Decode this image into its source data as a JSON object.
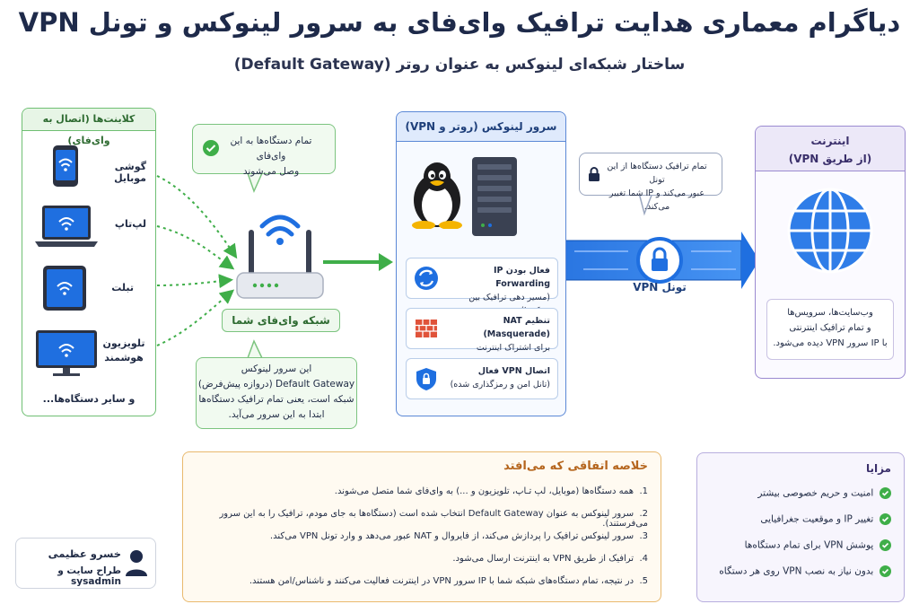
{
  "title": "دیاگرام معماری هدایت ترافیک وای‌فای به سرور لینوکس و تونل VPN",
  "subtitle": "ساختار شبکه‌ای لینوکس به عنوان روتر (Default Gateway)",
  "clients": {
    "header": "کلاینت‌ها (اتصال به وای‌فای)",
    "items": [
      {
        "label": "گوشی موبایل",
        "icon": "smartphone-icon"
      },
      {
        "label": "لپ‌تاپ",
        "icon": "laptop-icon"
      },
      {
        "label": "تبلت",
        "icon": "tablet-icon"
      },
      {
        "label_line1": "تلویزیون",
        "label_line2": "هوشمند",
        "icon": "smart-tv-icon"
      }
    ],
    "more": "و سایر دستگاه‌ها..."
  },
  "wifi": {
    "top_bubble_line1": "تمام دستگاه‌ها به این وای‌فای",
    "top_bubble_line2": "وصل می‌شوند",
    "label": "شبکه وای‌فای شما",
    "bottom_bubble": [
      "این سرور لینوکس",
      "Default Gateway (دروازه پیش‌فرض)",
      "شبکه است، یعنی تمام ترافیک دستگاه‌ها",
      "ابتدا به این سرور می‌آید."
    ]
  },
  "server": {
    "header": "سرور لینوکس (روتر و VPN)",
    "features": [
      {
        "line1": "فعال بودن IP Forwarding",
        "line2": "(مسیر دهی ترافیک بین شبکه‌ها)",
        "icon": "routing-arrows-icon"
      },
      {
        "line1": "تنظیم NAT (Masquerade)",
        "line2": "برای اشتراک اینترنت",
        "icon": "firewall-icon"
      },
      {
        "line1": "اتصال VPN فعال",
        "line2": "(تانل امن و رمزگذاری شده)",
        "icon": "shield-icon"
      }
    ]
  },
  "tunnel": {
    "bubble_line1": "تمام ترافیک دستگاه‌ها از این تونل",
    "bubble_line2": "عبور می‌کند و IP شما تغییر می‌کند.",
    "label": "تونل VPN"
  },
  "internet": {
    "header_line1": "اینترنت",
    "header_line2": "(از طریق VPN)",
    "box": [
      "وب‌سایت‌ها، سرویس‌ها",
      "و تمام ترافیک اینترنتی",
      "با IP سرور VPN دیده می‌شود."
    ]
  },
  "summary": {
    "title": "خلاصه اتفاقی که می‌افتد",
    "items": [
      {
        "num": "1.",
        "text": "همه دستگاه‌ها (موبایل، لپ تـاپ، تلویزیون و ...) به وای‌فای شما متصل می‌شوند."
      },
      {
        "num": "2.",
        "text": "سرور لینوکس به عنوان Default Gateway انتخاب شده است (دستگاه‌ها به جای مودم، ترافیک را به این سرور می‌فرستند)."
      },
      {
        "num": "3.",
        "text": "سرور لینوکس ترافیک را پردازش می‌کند، از فایروال و NAT عبور می‌دهد و وارد تونل VPN می‌کند."
      },
      {
        "num": "4.",
        "text": "ترافیک از طریق VPN به اینترنت ارسال می‌شود."
      },
      {
        "num": "5.",
        "text": "در نتیجه، تمام دستگاه‌های شبکه شما با IP سرور VPN در اینترنت فعالیت می‌کنند و ناشناس/امن هستند."
      }
    ]
  },
  "advantages": {
    "title": "مزایا",
    "items": [
      "امنیت و حریم خصوصی بیشتر",
      "تغییر IP و موقعیت جغرافیایی",
      "پوشش VPN برای تمام دستگاه‌ها",
      "بدون نیاز به نصب VPN روی هر دستگاه"
    ]
  },
  "author": {
    "name": "خسرو عظیمی",
    "role": "طراح سایت و sysadmin"
  },
  "colors": {
    "green": "#3fae49",
    "blue": "#1f6fe0",
    "purple": "#9b8ad0",
    "orange": "#e9b96e",
    "dark": "#1e2a4a"
  }
}
